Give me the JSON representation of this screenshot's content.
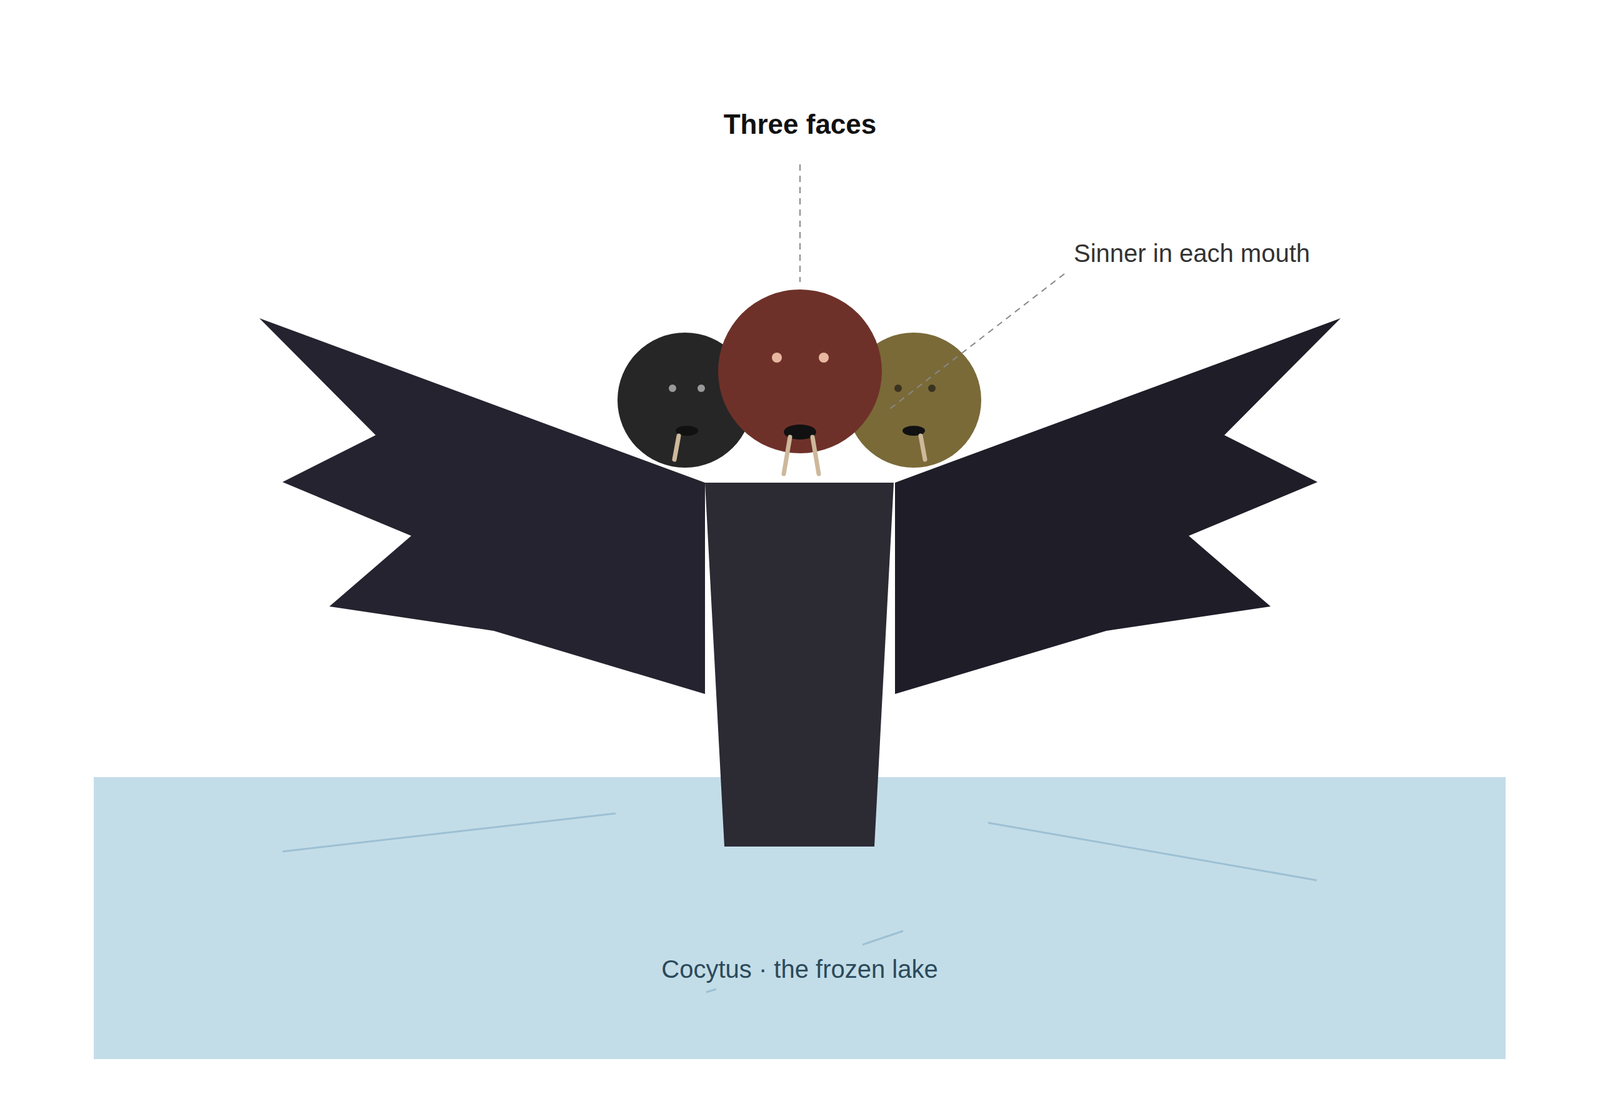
{
  "diagram": {
    "nodes": [
      {
        "text": [
          "Cocytus · the frozen lake"
        ]
      }
    ],
    "labels": [
      "Three faces",
      "Sinner in each mouth"
    ]
  }
}
